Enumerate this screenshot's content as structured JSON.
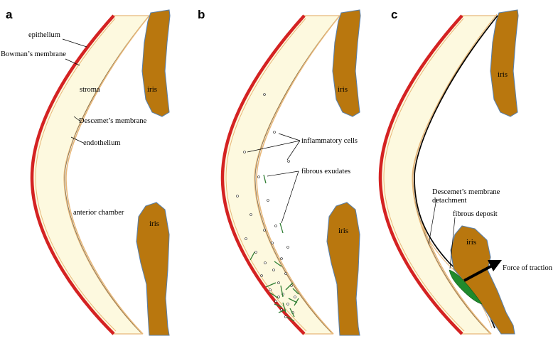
{
  "panels": {
    "a": {
      "letter": "a",
      "labels": {
        "epithelium": "epithelium",
        "bowman": "Bowman’s membrane",
        "stroma": "stroma",
        "descemet": "Descemet’s membrane",
        "endothelium": "endothelium",
        "anterior_chamber": "anterior chamber",
        "iris_top": "iris",
        "iris_bottom": "iris"
      }
    },
    "b": {
      "letter": "b",
      "labels": {
        "inflammatory_cells": "inflammatory cells",
        "fibrous_exudates": "fibrous exudates",
        "iris_top": "iris",
        "iris_bottom": "iris"
      }
    },
    "c": {
      "letter": "c",
      "labels": {
        "detachment_line1": "Descemet’s membrane",
        "detachment_line2": "detachment",
        "fibrous_deposit": "fibrous deposit",
        "force": "Force of traction",
        "iris_top": "iris",
        "iris_bottom": "iris"
      }
    }
  },
  "colors": {
    "epithelium": "#d42222",
    "stroma": "#fdf9df",
    "bowman_edge": "#e8b87a",
    "iris_fill": "#b9770e",
    "iris_outline": "#5b7fa6",
    "fibrous": "#2e7d32",
    "deposit": "#1f8a2c"
  }
}
